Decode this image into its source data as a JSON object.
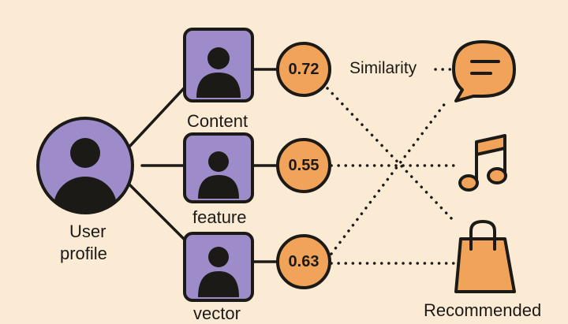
{
  "colors": {
    "background": "#FBEBD4",
    "node_purple": "#9E8BC9",
    "node_orange": "#F2A35A",
    "stroke": "#1c1a17"
  },
  "user": {
    "label_line1": "User",
    "label_line2": "profile",
    "icon": "person-icon"
  },
  "features": [
    {
      "label": "Content",
      "score": "0.72",
      "icon": "person-icon"
    },
    {
      "label": "feature",
      "score": "0.55",
      "icon": "person-icon"
    },
    {
      "label": "vector",
      "score": "0.63",
      "icon": "person-icon"
    }
  ],
  "similarity_label": "Similarity",
  "items": [
    {
      "icon": "speech-bubble-icon"
    },
    {
      "icon": "music-note-icon"
    },
    {
      "icon": "shopping-bag-icon",
      "label": "Recommended"
    }
  ]
}
